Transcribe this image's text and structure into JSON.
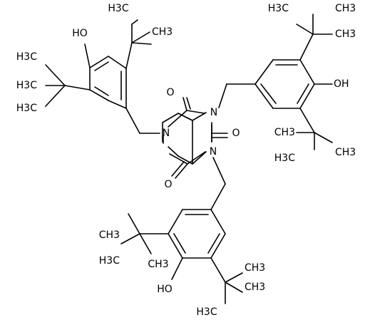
{
  "molecule": {
    "labels": {
      "nitrogen": "N",
      "oxygen": "O",
      "hydroxyl": "HO",
      "hydroxyl_right": "OH",
      "methyl": "CH3",
      "methyl_rev": "H3C"
    }
  }
}
